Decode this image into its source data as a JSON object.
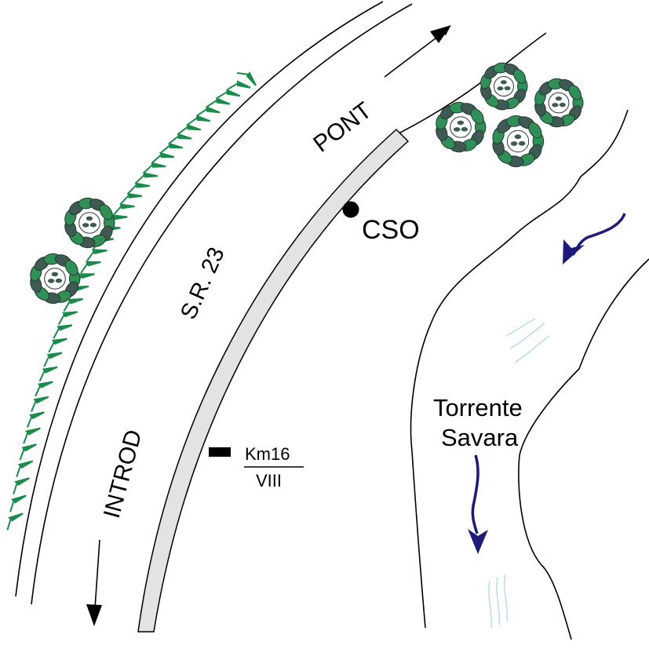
{
  "labels": {
    "road": "S.R. 23",
    "direction_north": "PONT",
    "direction_south": "INTROD",
    "station": "CSO",
    "river_line1": "Torrente",
    "river_line2": "Savara",
    "km_top": "Km16",
    "km_bottom": "VIII"
  },
  "colors": {
    "road_line": "#000000",
    "channel_fill": "#e3e3e3",
    "embankment_green": "#1b8a4c",
    "tree_dark": "#3f5a52",
    "tree_light": "#2f8f57",
    "flow_arrow": "#1c1a7a",
    "water_ripple": "#a9d6dc"
  },
  "icons": {
    "tree": "tree-cluster-icon",
    "embankment": "embankment-hatch-icon",
    "flow": "flow-direction-arrow-icon",
    "ripple": "water-ripple-icon",
    "station": "station-point-icon",
    "km_marker": "kilometer-marker-icon"
  }
}
